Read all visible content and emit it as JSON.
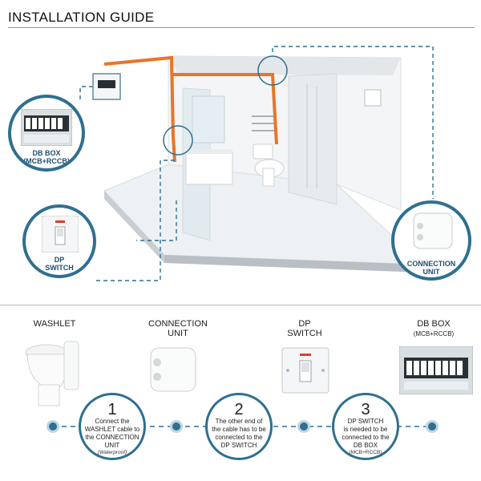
{
  "header": {
    "title": "INSTALLATION GUIDE"
  },
  "callouts": {
    "db_box": {
      "label_line1": "DB BOX",
      "label_line2": "(MCB+RCCB)"
    },
    "dp_switch": {
      "label_line1": "DP",
      "label_line2": "SWITCH"
    },
    "connection_unit": {
      "label_line1": "CONNECTION",
      "label_line2": "UNIT"
    }
  },
  "steps": {
    "washlet": {
      "title": "WASHLET"
    },
    "connection_unit": {
      "title_line1": "CONNECTION",
      "title_line2": "UNIT"
    },
    "dp_switch": {
      "title_line1": "DP",
      "title_line2": "SWITCH"
    },
    "db_box": {
      "title_line1": "DB BOX",
      "title_line2": "(MCB+RCCB)"
    },
    "step1": {
      "number": "1",
      "line1": "Connect the",
      "line2": "WASHLET cable to",
      "line3": "the CONNECTION",
      "line4": "UNIT",
      "note": "(Waterproof)"
    },
    "step2": {
      "number": "2",
      "line1": "The other end of",
      "line2": "the cable has to be",
      "line3": "connected to the",
      "line4": "DP SWITCH"
    },
    "step3": {
      "number": "3",
      "line1": "DP SWITCH",
      "line2": "is needed to be",
      "line3": "connected to the",
      "line4": "DB BOX",
      "note": "(MCB+RCCB)"
    }
  },
  "colors": {
    "accent": "#2f6f90",
    "wire": "#e8752a",
    "dot_ring": "#bcd6e4"
  }
}
